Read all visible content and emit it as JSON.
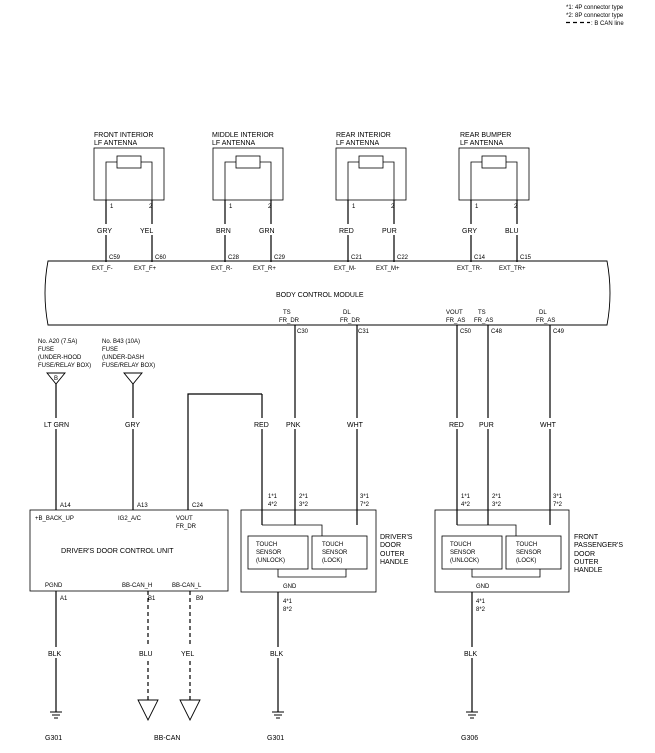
{
  "legend": {
    "note1": "*1: 4P connector type",
    "note2": "*2: 8P connector type",
    "note3": ": B CAN line"
  },
  "antennas": [
    {
      "title1": "FRONT INTERIOR",
      "title2": "LF ANTENNA",
      "pin1": "1",
      "pin2": "2",
      "wire1": "GRY",
      "wire2": "YEL",
      "conn1": "C59",
      "conn2": "C60",
      "sig1": "EXT_F-",
      "sig2": "EXT_F+"
    },
    {
      "title1": "MIDDLE INTERIOR",
      "title2": "LF ANTENNA",
      "pin1": "1",
      "pin2": "2",
      "wire1": "BRN",
      "wire2": "GRN",
      "conn1": "C28",
      "conn2": "C29",
      "sig1": "EXT_R-",
      "sig2": "EXT_R+"
    },
    {
      "title1": "REAR INTERIOR",
      "title2": "LF ANTENNA",
      "pin1": "1",
      "pin2": "2",
      "wire1": "RED",
      "wire2": "PUR",
      "conn1": "C21",
      "conn2": "C22",
      "sig1": "EXT_M-",
      "sig2": "EXT_M+"
    },
    {
      "title1": "REAR BUMPER",
      "title2": "LF ANTENNA",
      "pin1": "1",
      "pin2": "2",
      "wire1": "GRY",
      "wire2": "BLU",
      "conn1": "C14",
      "conn2": "C15",
      "sig1": "EXT_TR-",
      "sig2": "EXT_TR+"
    }
  ],
  "bcm": {
    "label": "BODY CONTROL MODULE",
    "ts_fr_dr_a": "TS",
    "ts_fr_dr_b": "FR_DR",
    "dl_fr_dr_a": "DL",
    "dl_fr_dr_b": "FR_DR",
    "vout_a": "VOUT",
    "vout_b": "FR_AS",
    "ts_fr_as_a": "TS",
    "ts_fr_as_b": "FR_AS",
    "dl_fr_as_a": "DL",
    "dl_fr_as_b": "FR_AS",
    "c30": "C30",
    "c31": "C31",
    "c50": "C50",
    "c48": "C48",
    "c49": "C49"
  },
  "fuses": [
    {
      "line1": "No. A20 (7.5A)",
      "line2": "FUSE",
      "line3": "(UNDER-HOOD",
      "line4": "FUSE/RELAY BOX)",
      "letter": "B",
      "wire": "LT GRN"
    },
    {
      "line1": "No. B43 (10A)",
      "line2": "FUSE",
      "line3": "(UNDER-DASH",
      "line4": "FUSE/RELAY BOX)",
      "wire": "GRY"
    }
  ],
  "wires_mid": {
    "red1": "RED",
    "pnk": "PNK",
    "wht1": "WHT",
    "red2": "RED",
    "pur": "PUR",
    "wht2": "WHT"
  },
  "ddcu": {
    "label": "DRIVER'S DOOR CONTROL UNIT",
    "a14": "A14",
    "a13": "A13",
    "c24": "C24",
    "pin_bbackup": "+B_BACK_UP",
    "pin_ig2": "IG2_A/C",
    "pin_vout_a": "VOUT",
    "pin_vout_b": "FR_DR",
    "pgnd": "PGND",
    "bbcanh": "BB-CAN_H",
    "bbcanl": "BB-CAN_L",
    "a1": "A1",
    "b1": "B1",
    "b9": "B9"
  },
  "handles": [
    {
      "title1": "DRIVER'S",
      "title2": "DOOR",
      "title3": "OUTER",
      "title4": "HANDLE",
      "p1a": "1*1",
      "p1b": "4*2",
      "p2a": "2*1",
      "p2b": "3*2",
      "p3a": "3*1",
      "p3b": "7*2",
      "s1a": "TOUCH",
      "s1b": "SENSOR",
      "s1c": "(UNLOCK)",
      "s2a": "TOUCH",
      "s2b": "SENSOR",
      "s2c": "(LOCK)",
      "gnd": "GND",
      "g1": "4*1",
      "g2": "8*2"
    },
    {
      "title1": "FRONT",
      "title2": "PASSENGER'S",
      "title3": "DOOR",
      "title4": "OUTER",
      "title5": "HANDLE",
      "p1a": "1*1",
      "p1b": "4*2",
      "p2a": "2*1",
      "p2b": "3*2",
      "p3a": "3*1",
      "p3b": "7*2",
      "s1a": "TOUCH",
      "s1b": "SENSOR",
      "s1c": "(UNLOCK)",
      "s2a": "TOUCH",
      "s2b": "SENSOR",
      "s2c": "(LOCK)",
      "gnd": "GND",
      "g1": "4*1",
      "g2": "8*2"
    }
  ],
  "bottom": {
    "blk1": "BLK",
    "blu": "BLU",
    "yel": "YEL",
    "blk2": "BLK",
    "blk3": "BLK",
    "g301a": "G301",
    "bbcan": "BB-CAN",
    "g301b": "G301",
    "g306": "G306"
  }
}
